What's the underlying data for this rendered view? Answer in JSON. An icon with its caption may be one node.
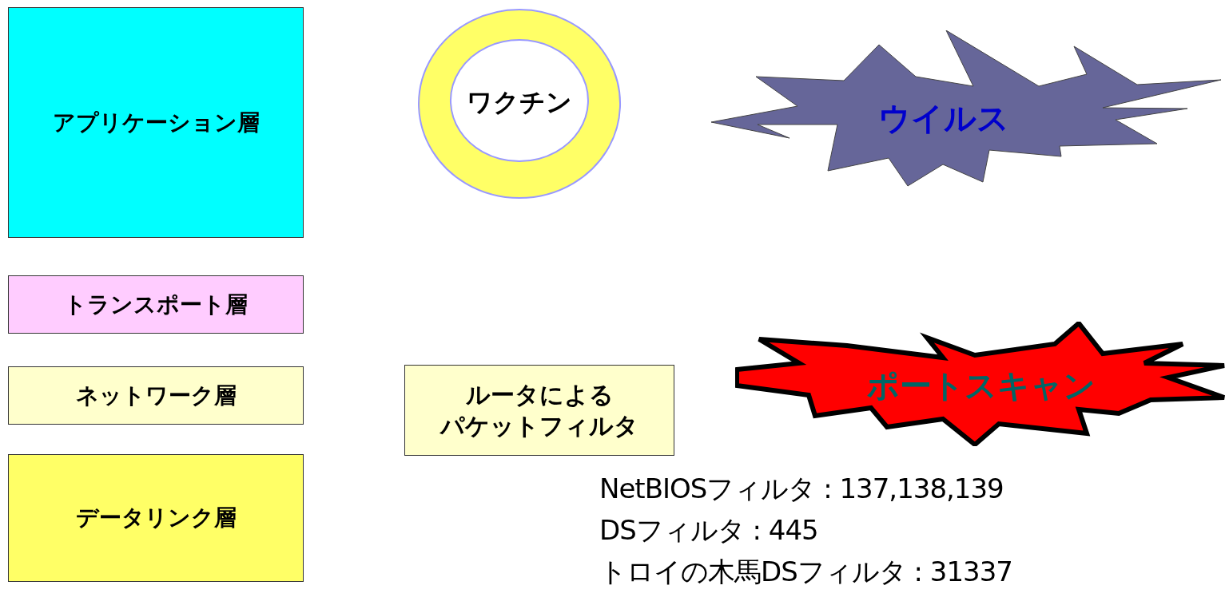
{
  "diagram": {
    "nodes": [
      {
        "text": [
          "アプリケーション層"
        ]
      },
      {
        "text": [
          "トランスポート層"
        ]
      },
      {
        "text": [
          "ネットワーク層"
        ]
      },
      {
        "text": [
          "データリンク層"
        ]
      },
      {
        "text": [
          "ワクチン"
        ]
      },
      {
        "text": [
          "ウイルス"
        ]
      },
      {
        "text": [
          "ルータによるパケットフィルタ"
        ]
      },
      {
        "text": [
          "ポートスキャン"
        ]
      }
    ],
    "labels": [
      "NetBIOSフィルタ : 137,138,139",
      "DSフィルタ : 445",
      "トロイの木馬DSフィルタ : 31337"
    ]
  }
}
